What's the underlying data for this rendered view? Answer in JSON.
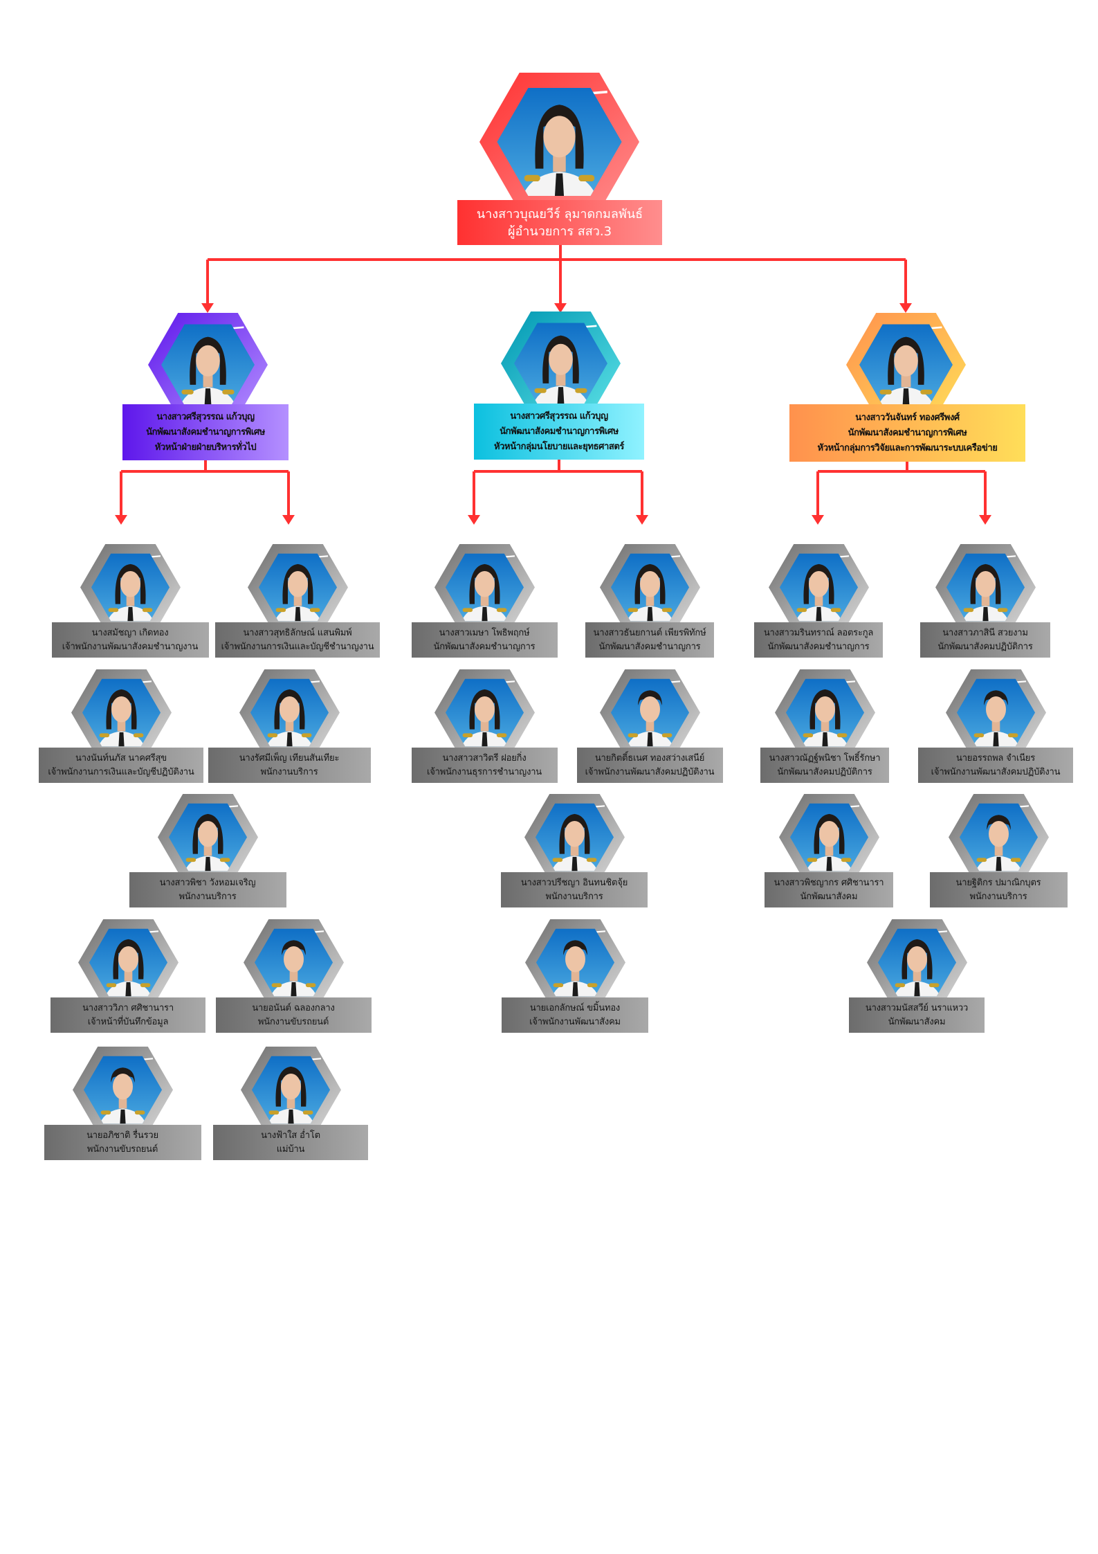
{
  "colors": {
    "connector": "#ff3131",
    "director_frame": [
      "#ff3131",
      "#ff8e8e"
    ],
    "head_frames": [
      [
        "#5e17eb",
        "#b490ff"
      ],
      [
        "#0097b2",
        "#5ce1e6"
      ],
      [
        "#ff914d",
        "#ffde59"
      ]
    ],
    "staff_frame": [
      "#6f6f6f",
      "#d9d9d9"
    ],
    "photo_bg": [
      "#0f6fc6",
      "#4aa8e0"
    ]
  },
  "director": {
    "name": "นางสาวบุณยวีร์ ลุมาดกมลพันธ์",
    "title": "ผู้อำนวยการ สสว.3"
  },
  "heads": [
    {
      "name": "นางสาวศรีสุวรรณ แก้วบุญ",
      "position": "นักพัฒนาสังคมชำนาญการพิเศษ",
      "unit": "หัวหน้าฝ่ายฝ่ายบริหารทั่วไป"
    },
    {
      "name": "นางสาวศรีสุวรรณ แก้วบุญ",
      "position": "นักพัฒนาสังคมชำนาญการพิเศษ",
      "unit": "หัวหน้ากลุ่มนโยบายและยุทธศาสตร์"
    },
    {
      "name": "นางสาววันจันทร์ ทองศรีพงศ์",
      "position": "นักพัฒนาสังคมชำนาญการพิเศษ",
      "unit": "หัวหน้ากลุ่มการวิจัยและการพัฒนาระบบเครือข่าย"
    }
  ],
  "groups": [
    {
      "staff": [
        {
          "name": "นางสมัชญา เกิดทอง",
          "title": "เจ้าพนักงานพัฒนาสังคมชำนาญงาน"
        },
        {
          "name": "นางสาวสุทธิลักษณ์ แสนพิมพ์",
          "title": "เจ้าพนักงานการเงินและบัญชีชำนาญงาน"
        },
        {
          "name": "นางนันท์นภัส นาคศรีสุข",
          "title": "เจ้าพนักงานการเงินและบัญชีปฏิบัติงาน"
        },
        {
          "name": "นางรัศมีเพ็ญ เทียนสันเทียะ",
          "title": "พนักงานบริการ"
        },
        {
          "name": "นางสาวพิชา วังหอมเจริญ",
          "title": "พนักงานบริการ"
        },
        {
          "name": "นางสาววิภา ศศิชานารา",
          "title": "เจ้าหน้าที่บันทึกข้อมูล"
        },
        {
          "name": "นายอนันต์ ฉลองกลาง",
          "title": "พนักงานขับรถยนต์"
        },
        {
          "name": "นายอภิชาติ  รื่นรวย",
          "title": "พนักงานขับรถยนต์"
        },
        {
          "name": "นางฟ้าใส อ่ำโต",
          "title": "แม่บ้าน"
        }
      ]
    },
    {
      "staff": [
        {
          "name": "นางสาวเมษา โพธิพฤกษ์",
          "title": "นักพัฒนาสังคมชำนาญการ"
        },
        {
          "name": "นางสาวธันยกานต์ เพียรพิทักษ์",
          "title": "นักพัฒนาสังคมชำนาญการ"
        },
        {
          "name": "นางสาวสาวิตรี ฝอยกิ่ง",
          "title": "เจ้าพนักงานธุรการชำนาญงาน"
        },
        {
          "name": "นายกิตติ์ธเนศ ทองสว่างเสนีย์",
          "title": "เจ้าพนักงานพัฒนาสังคมปฏิบัติงาน"
        },
        {
          "name": "นางสาวปรีชญา อินทนชิตจุ้ย",
          "title": "พนักงานบริการ"
        },
        {
          "name": "นายเอกลักษณ์ ขมิ้นทอง",
          "title": "เจ้าพนักงานพัฒนาสังคม"
        }
      ]
    },
    {
      "staff": [
        {
          "name": "นางสาวมรินทราณ์ ลอตระกูล",
          "title": "นักพัฒนาสังคมชำนาญการ"
        },
        {
          "name": "นางสาวภาสินี สวยงาม",
          "title": "นักพัฒนาสังคมปฏิบัติการ"
        },
        {
          "name": "นางสาวณัฏฐ์พนิชา โพธิ์รักษา",
          "title": "นักพัฒนาสังคมปฏิบัติการ"
        },
        {
          "name": "นายอรรถพล จำเนียร",
          "title": "เจ้าพนักงานพัฒนาสังคมปฏิบัติงาน"
        },
        {
          "name": "นางสาวพิชญากร ศศิชานารา",
          "title": "นักพัฒนาสังคม"
        },
        {
          "name": "นายฐิติกร ปมาณิกบุตร",
          "title": "พนักงานบริการ"
        },
        {
          "name": "นางสาวมนัสสวีย์ นราแหวว",
          "title": "นักพัฒนาสังคม"
        }
      ]
    }
  ]
}
